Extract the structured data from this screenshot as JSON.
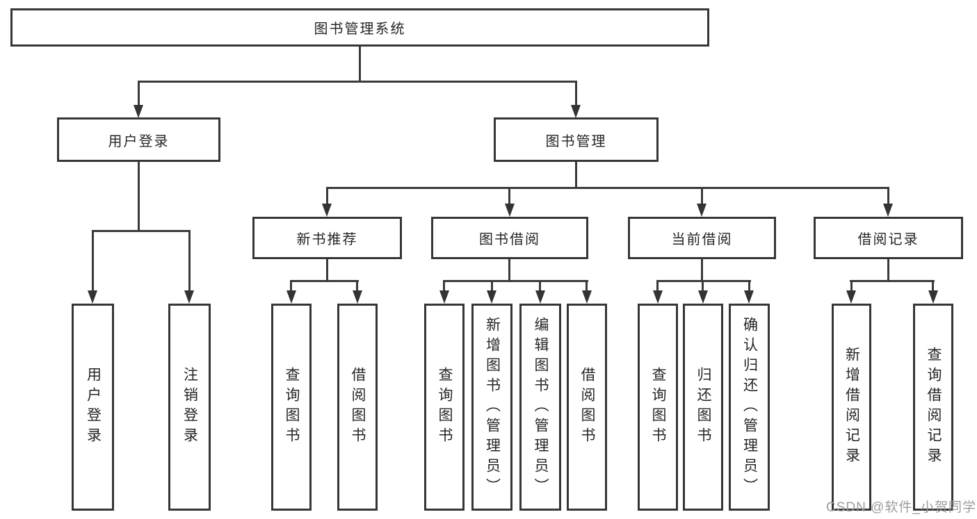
{
  "diagram": {
    "root": {
      "label": "图书管理系统"
    },
    "level2": {
      "user_login": "用户登录",
      "book_mgmt": "图书管理"
    },
    "level3": {
      "recommend": "新书推荐",
      "borrow": "图书借阅",
      "current": "当前借阅",
      "records": "借阅记录"
    },
    "leaves": {
      "user_login": "用户登录",
      "logout": "注销登录",
      "rec_query": "查询图书",
      "rec_borrow": "借阅图书",
      "bor_query": "查询图书",
      "bor_add": "新增图书（管理员）",
      "bor_edit": "编辑图书（管理员）",
      "bor_borrow": "借阅图书",
      "cur_query": "查询图书",
      "cur_return": "归还图书",
      "cur_confirm": "确认归还（管理员）",
      "log_add": "新增借阅记录",
      "log_query": "查询借阅记录"
    }
  },
  "watermark": {
    "text": "CSDN @软件_小贺同学"
  },
  "colors": {
    "line": "#3a3a3a",
    "box_border": "#363636",
    "text": "#262626",
    "watermark": "#9c9c9c",
    "background": "#ffffff"
  }
}
